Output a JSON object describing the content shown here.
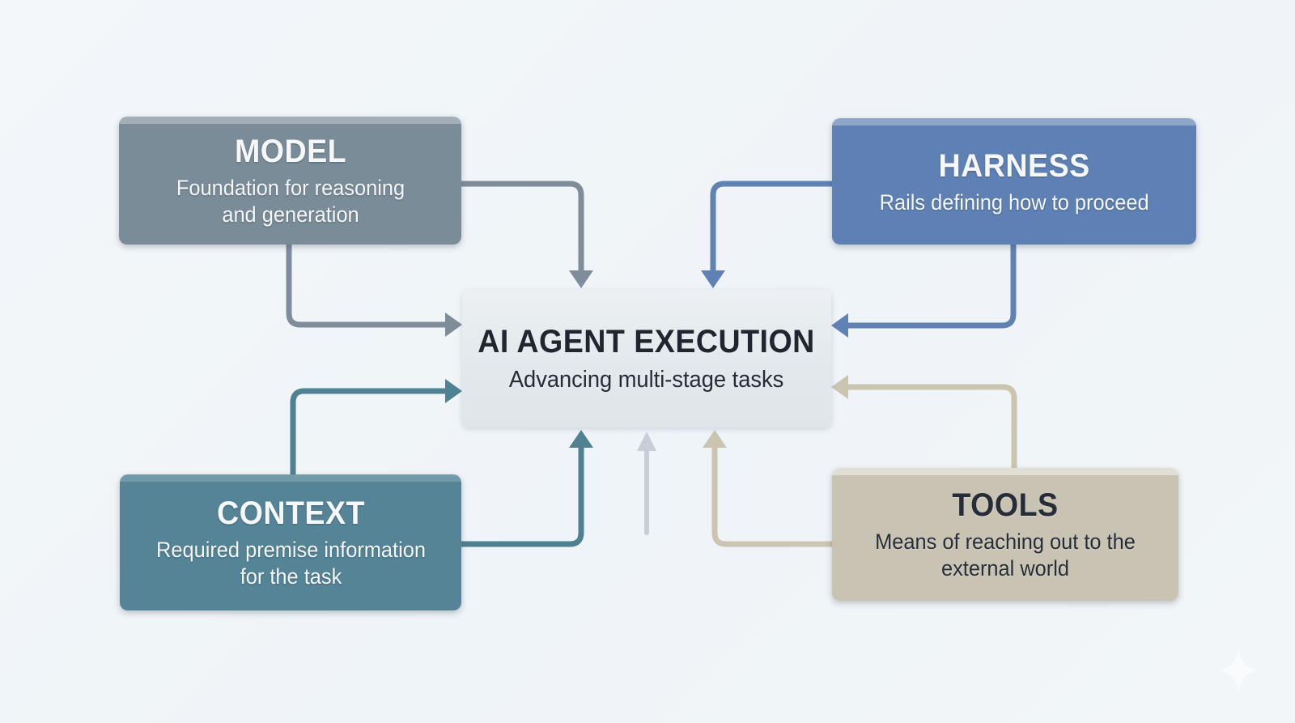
{
  "diagram": {
    "background": "#f1f5f9",
    "center": {
      "title": "AI AGENT EXECUTION",
      "subtitle": "Advancing multi-stage tasks",
      "bg": "#e4e9ec",
      "text_color": "#1f2630"
    },
    "nodes": {
      "model": {
        "title": "MODEL",
        "subtitle": "Foundation for reasoning and generation",
        "bg": "#7b8c99",
        "text_color": "#ffffff",
        "arrow_color": "#7f8d9a"
      },
      "harness": {
        "title": "HARNESS",
        "subtitle": "Rails defining how to proceed",
        "bg": "#5e80b4",
        "text_color": "#ffffff",
        "arrow_color": "#5f81b3"
      },
      "context": {
        "title": "CONTEXT",
        "subtitle": "Required premise information for the task",
        "bg": "#548496",
        "text_color": "#ffffff",
        "arrow_color": "#4f8192"
      },
      "tools": {
        "title": "TOOLS",
        "subtitle": "Means of reaching out to the external world",
        "bg": "#c9c3b3",
        "text_color": "#2b323c",
        "arrow_color": "#cbc4b1"
      }
    },
    "faded_arrow_color": "#c3cad4",
    "sparkle_color": "#ffffff"
  }
}
